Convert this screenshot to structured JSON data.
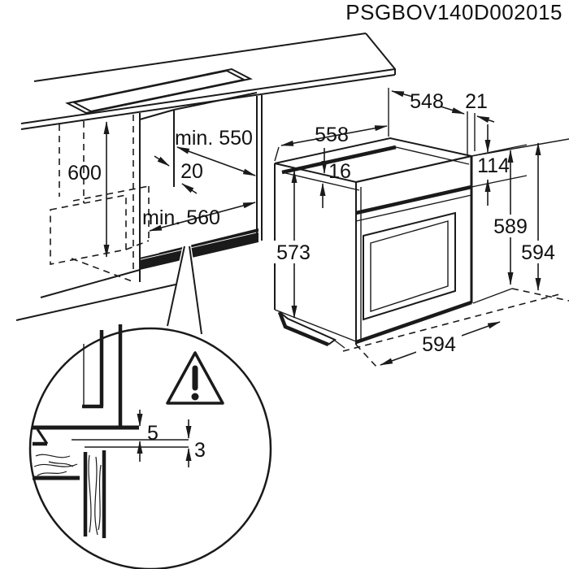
{
  "title": "PSGBOV140D002015",
  "colors": {
    "line": "#1a1a1a",
    "background": "#ffffff"
  },
  "cabinet": {
    "height": "600",
    "niche_depth": "min. 550",
    "rear_gap": "20",
    "niche_width": "min. 560"
  },
  "oven": {
    "top_width": "558",
    "top_recess": "16",
    "rear_width": "548",
    "rear_offset": "21",
    "panel_height": "114",
    "side_height": "573",
    "body_height": "589",
    "total_height": "594",
    "front_width": "594"
  },
  "detail": {
    "top_gap": "5",
    "bottom_gap": "3"
  }
}
